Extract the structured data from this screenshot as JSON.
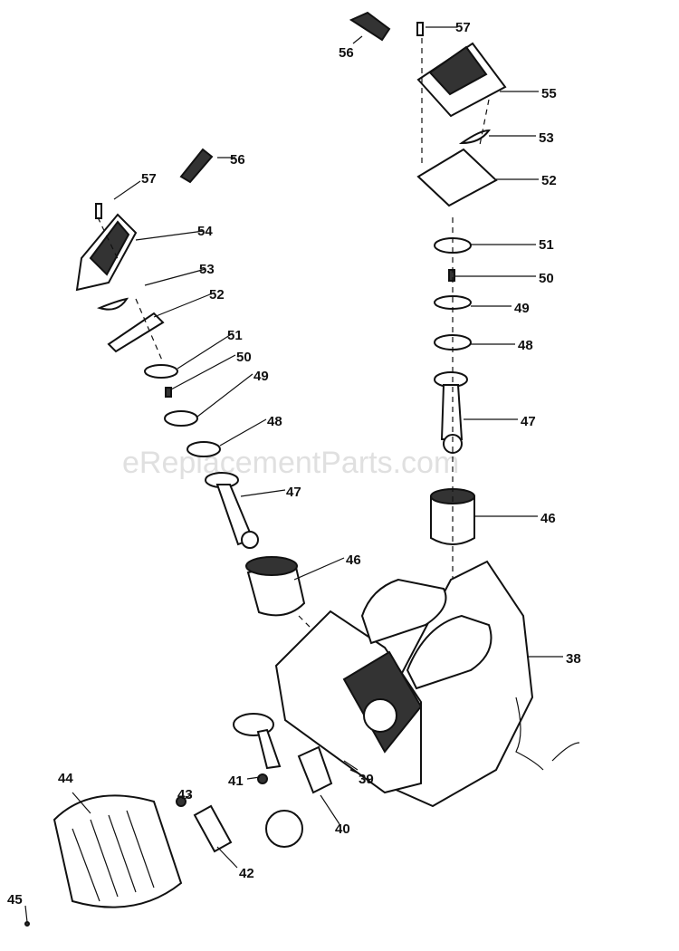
{
  "watermark": "eReplacementParts.com",
  "callouts": {
    "r57": "57",
    "r56": "56",
    "r55": "55",
    "r53": "53",
    "r52": "52",
    "r51": "51",
    "r50": "50",
    "r49": "49",
    "r48": "48",
    "r47": "47",
    "r46": "46",
    "r38": "38",
    "l56": "56",
    "l57": "57",
    "l54": "54",
    "l53": "53",
    "l52": "52",
    "l51": "51",
    "l50": "50",
    "l49": "49",
    "l48": "48",
    "l47": "47",
    "l46": "46",
    "c39": "39",
    "c40": "40",
    "c41": "41",
    "c42": "42",
    "c43": "43",
    "c44": "44",
    "c45": "45"
  }
}
